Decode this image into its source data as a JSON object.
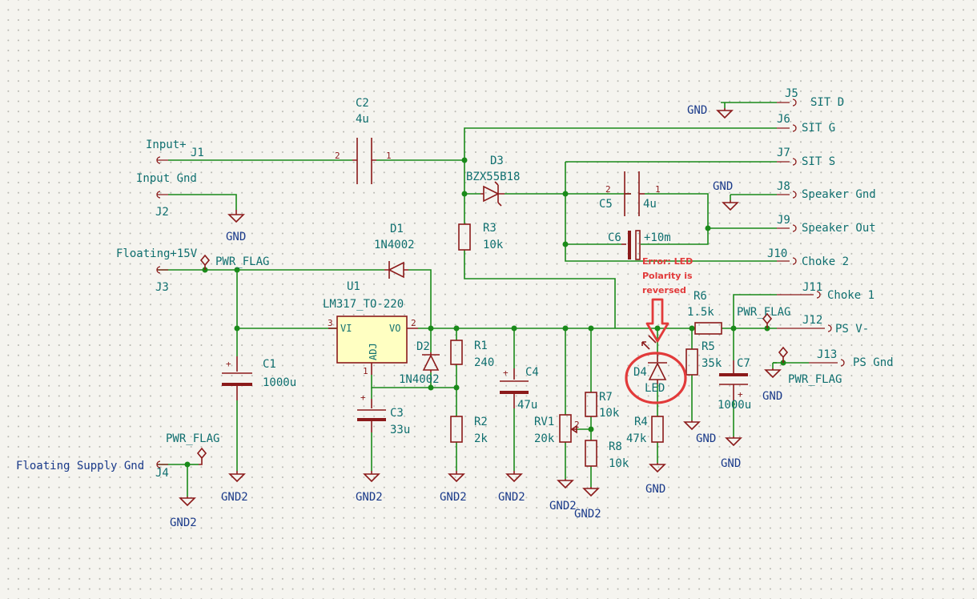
{
  "labels": {
    "input_plus": "Input+",
    "input_gnd": "Input Gnd",
    "floating_15v": "Floating+15V",
    "floating_supply_gnd": "Floating Supply Gnd",
    "sit_d": "SIT D",
    "sit_g": "SIT G",
    "sit_s": "SIT S",
    "speaker_gnd": "Speaker Gnd",
    "speaker_out": "Speaker Out",
    "choke_2": "Choke 2",
    "choke_1": "Choke 1",
    "ps_vminus": "PS V-",
    "ps_gnd": "PS Gnd"
  },
  "connectors": [
    "J1",
    "J2",
    "J3",
    "J4",
    "J5",
    "J6",
    "J7",
    "J8",
    "J9",
    "J10",
    "J11",
    "J12",
    "J13"
  ],
  "components": {
    "c1": {
      "ref": "C1",
      "value": "1000u"
    },
    "c2": {
      "ref": "C2",
      "value": "4u"
    },
    "c3": {
      "ref": "C3",
      "value": "33u"
    },
    "c4": {
      "ref": "C4",
      "value": "47u"
    },
    "c5": {
      "ref": "C5",
      "value": "4u"
    },
    "c6": {
      "ref": "C6",
      "value": "+10m"
    },
    "c7": {
      "ref": "C7",
      "value": "1000u"
    },
    "d1": {
      "ref": "D1",
      "value": "1N4002"
    },
    "d2": {
      "ref": "D2",
      "value": "1N4002"
    },
    "d3": {
      "ref": "D3",
      "value": "BZX55B18"
    },
    "d4": {
      "ref": "D4",
      "value": "LED"
    },
    "r1": {
      "ref": "R1",
      "value": "240"
    },
    "r2": {
      "ref": "R2",
      "value": "2k"
    },
    "r3": {
      "ref": "R3",
      "value": "10k"
    },
    "r4": {
      "ref": "R4",
      "value": "47k"
    },
    "r5": {
      "ref": "R5",
      "value": "35k"
    },
    "r6": {
      "ref": "R6",
      "value": "1.5k"
    },
    "r7": {
      "ref": "R7",
      "value": "10k"
    },
    "r8": {
      "ref": "R8",
      "value": "10k"
    },
    "rv1": {
      "ref": "RV1",
      "value": "20k"
    },
    "u1": {
      "ref": "U1",
      "value": "LM317_TO-220",
      "pin_vi": "VI",
      "pin_vo": "VO",
      "pin_adj": "ADJ"
    }
  },
  "power": {
    "gnd": "GND",
    "gnd2": "GND2",
    "pwr_flag": "PWR_FLAG"
  },
  "pins": {
    "one": "1",
    "two": "2",
    "three": "3"
  },
  "plus": "+",
  "annotation": {
    "line1": "Error: LED",
    "line2": "Polarity is",
    "line3": "reversed",
    "color": "#e23a3a"
  },
  "colors": {
    "wire": "#1a8a1a",
    "symbol": "#8b1a1a",
    "text": "#0f6f6f",
    "background": "#f5f4ef"
  }
}
